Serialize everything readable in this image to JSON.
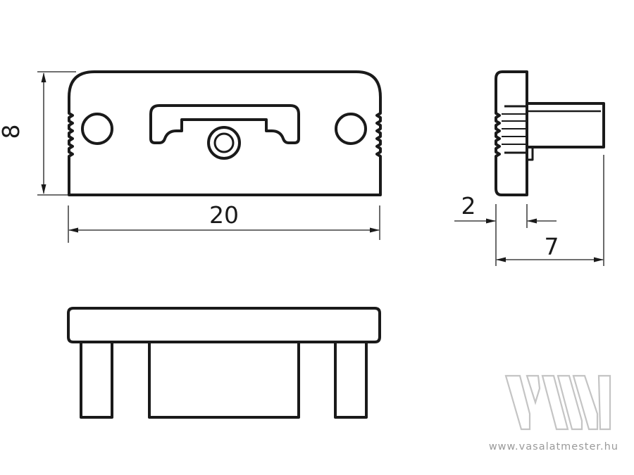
{
  "dimensions": {
    "height": "8",
    "width": "20",
    "flange": "2",
    "depth": "7"
  },
  "watermark": {
    "url": "www.vasalatmester.hu",
    "logo_icon": "vm-logo-icon"
  },
  "colors": {
    "line": "#1a1a1a",
    "watermark": "#c4c4c4"
  }
}
